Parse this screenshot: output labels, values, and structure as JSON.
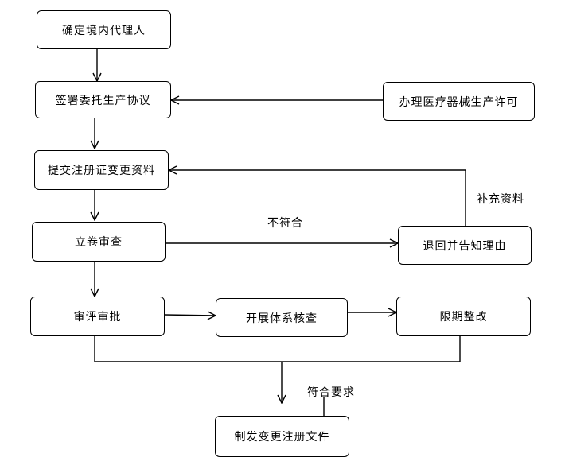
{
  "nodes": {
    "confirm_agent": "确定境内代理人",
    "sign_agreement": "签署委托生产协议",
    "device_license": "办理医疗器械生产许可",
    "submit_materials": "提交注册证变更资料",
    "file_review": "立卷审查",
    "return_notice": "退回并告知理由",
    "review_approve": "审评审批",
    "system_check": "开展体系核查",
    "rectify": "限期整改",
    "issue_document": "制发变更注册文件"
  },
  "edge_labels": {
    "not_conform": "不符合",
    "supplement": "补充资料",
    "meets_requirements": "符合要求"
  },
  "colors": {
    "stroke": "#000000",
    "background": "#ffffff"
  }
}
